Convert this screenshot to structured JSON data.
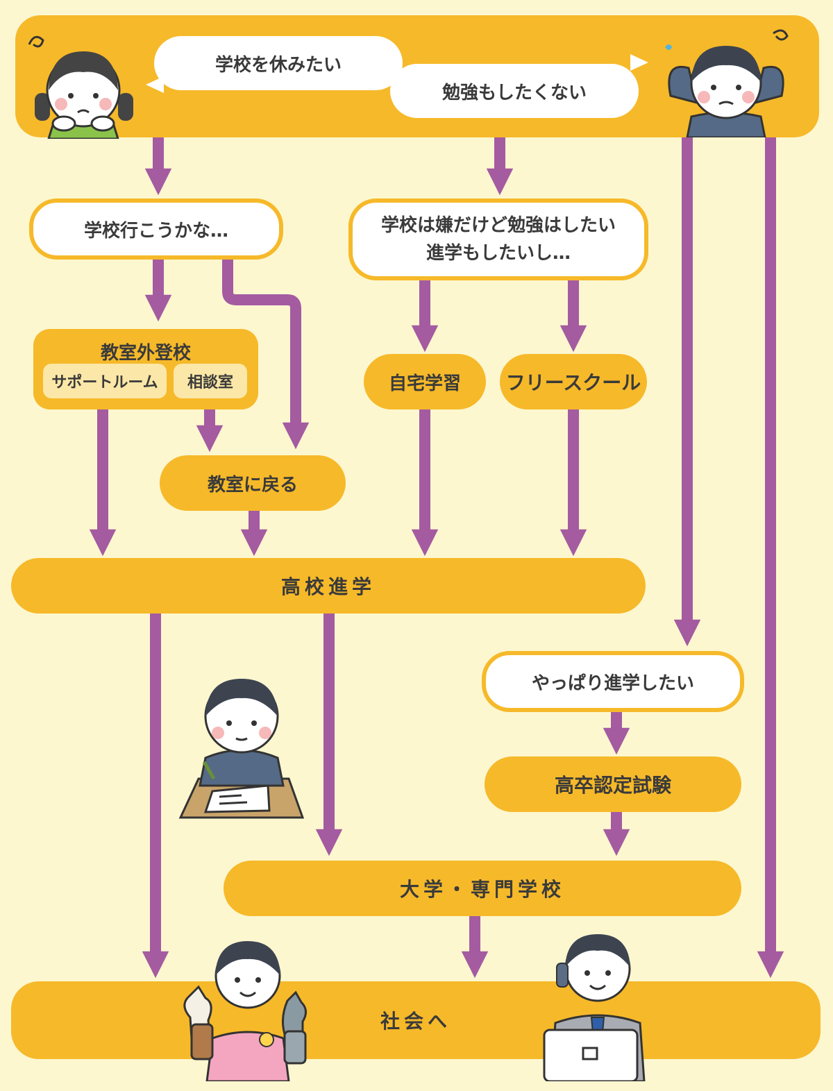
{
  "bubbles": {
    "left": "学校を休みたい",
    "right": "勉強もしたくない"
  },
  "nodes": {
    "go_school": "学校行こうかな…",
    "study_want_line1": "学校は嫌だけど勉強はしたい",
    "study_want_line2": "進学もしたいし…",
    "outside_class": "教室外登校",
    "support_room": "サポートルーム",
    "consult_room": "相談室",
    "home_study": "自宅学習",
    "free_school": "フリースクール",
    "return_class": "教室に戻る",
    "high_school": "高校進学",
    "want_advance": "やっぱり進学したい",
    "exam": "高卒認定試験",
    "university": "大学・専門学校",
    "society": "社会へ"
  },
  "colors": {
    "gold": "#f6b929",
    "arrow": "#a45ba0",
    "background": "#fdf7d0"
  }
}
